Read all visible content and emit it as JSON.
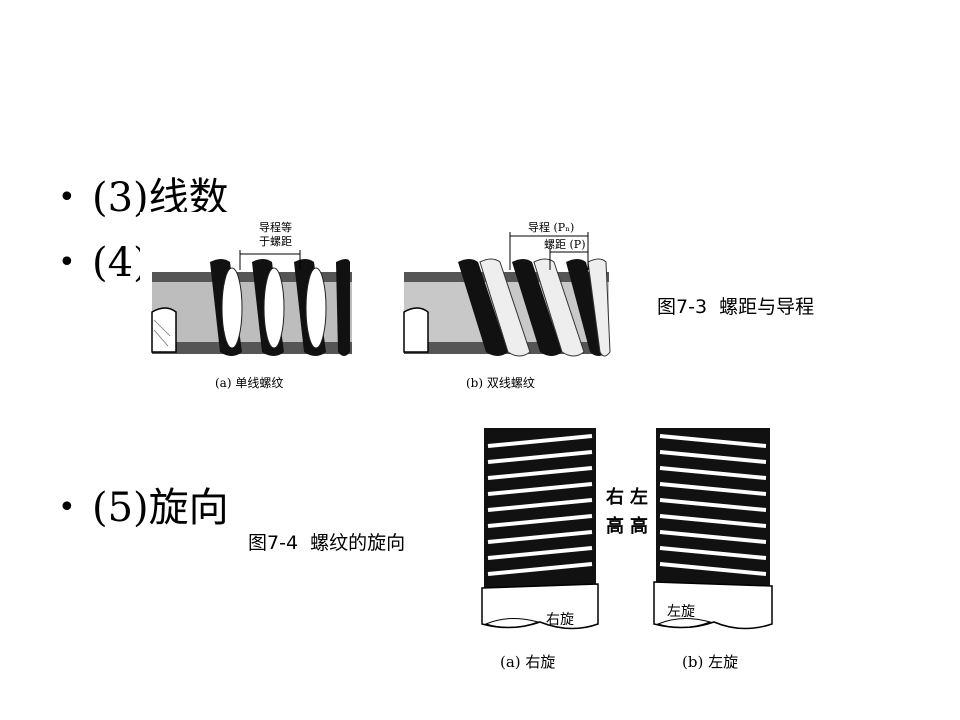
{
  "bullets": [
    {
      "marker": "•",
      "text": "(3)线数"
    },
    {
      "marker": "•",
      "text": "(4)"
    },
    {
      "marker": "•",
      "text": "(5)旋向"
    }
  ],
  "fig73": {
    "caption": "图7-3  螺距与导程",
    "a_label": "(a) 单线螺纹",
    "b_label": "(b) 双线螺纹",
    "a_annot_line1": "导程等",
    "a_annot_line2": "于螺距",
    "b_annot_lead": "导程 (Pₙ)",
    "b_annot_pitch": "螺距 (P)"
  },
  "fig74": {
    "caption": "图7-4  螺纹的旋向",
    "a_label": "(a) 右旋",
    "b_label": "(b) 左旋",
    "a_inner": "右旋",
    "b_inner": "左旋",
    "right_high_col1": "右",
    "right_high_col2": "高",
    "left_high_col1": "左",
    "left_high_col2": "高"
  }
}
